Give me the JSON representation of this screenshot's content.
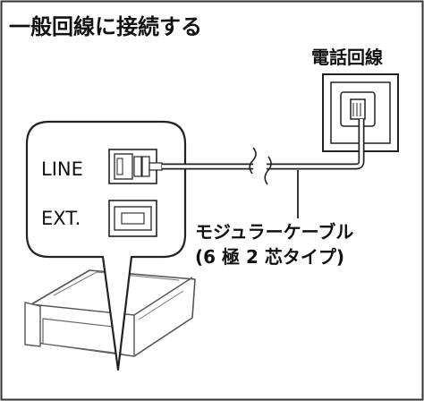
{
  "title": "一般回線に接続する",
  "wall_jack_label": "電話回線",
  "ports": {
    "line": "LINE",
    "ext": "EXT."
  },
  "cable_label": {
    "line1": "モジュラーケーブル",
    "line2": "(6 極 2 芯タイプ)"
  }
}
